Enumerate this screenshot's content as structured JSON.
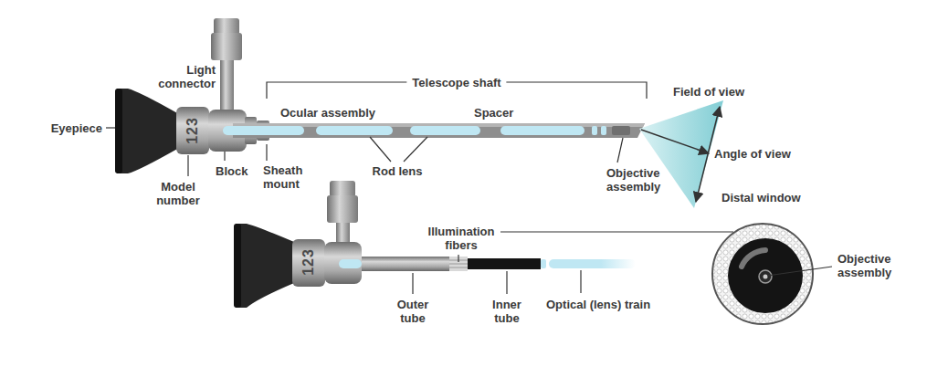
{
  "diagram": {
    "labels": [
      "Light connector",
      "Telescope shaft",
      "Eyepiece",
      "Ocular assembly",
      "Spacer",
      "Field of view",
      "Angle of view",
      "123",
      "Model number",
      "Block",
      "Sheath mount",
      "Rod lens",
      "Objective assembly",
      "Distal window",
      "Illumination fibers",
      "123",
      "Outer tube",
      "Inner tube",
      "Optical (lens) train",
      "Objective assembly"
    ]
  }
}
